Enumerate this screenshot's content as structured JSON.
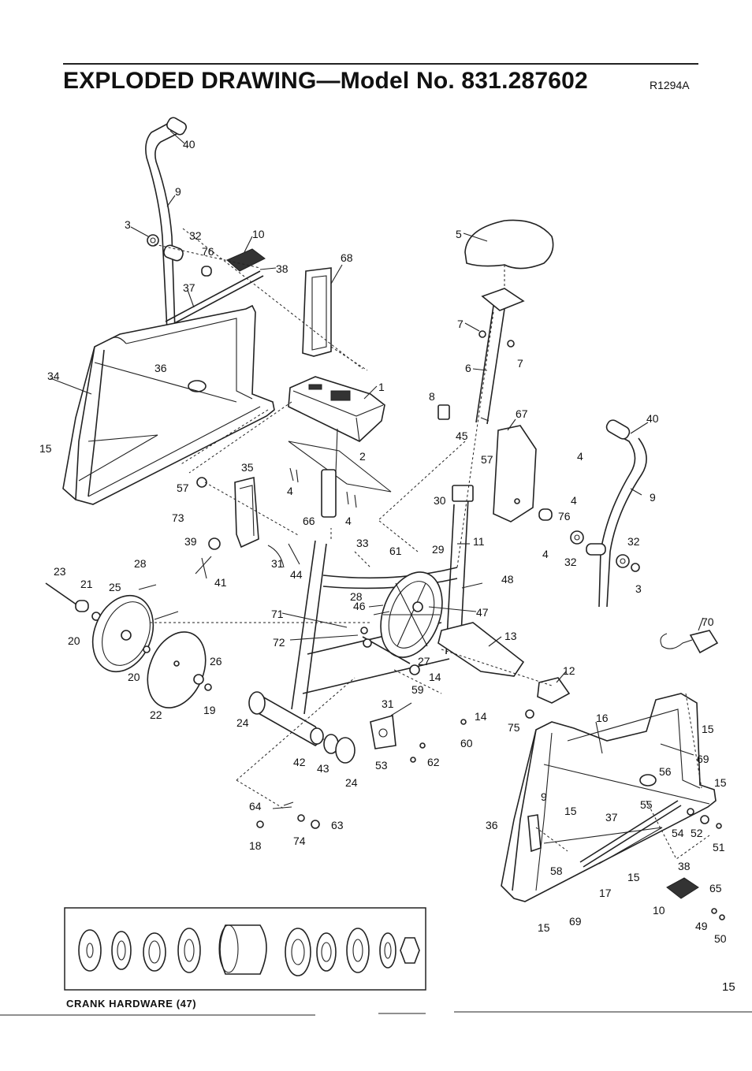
{
  "header": {
    "title": "EXPLODED DRAWING—Model No. 831.287602",
    "code": "R1294A"
  },
  "footer": {
    "page_number": "15",
    "inset_caption": "CRANK HARDWARE (47)"
  },
  "callouts": {
    "c1": "1",
    "c2": "2",
    "c3a": "3",
    "c3b": "3",
    "c4a": "4",
    "c4b": "4",
    "c4c": "4",
    "c4d": "4",
    "c4e": "4",
    "c5": "5",
    "c6": "6",
    "c7a": "7",
    "c7b": "7",
    "c8": "8",
    "c9a": "9",
    "c9b": "9",
    "c9c": "9",
    "c10a": "10",
    "c10b": "10",
    "c11": "11",
    "c12": "12",
    "c13": "13",
    "c14a": "14",
    "c14b": "14",
    "c15a": "15",
    "c15b": "15",
    "c15c": "15",
    "c15d": "15",
    "c15e": "15",
    "c15f": "15",
    "c16": "16",
    "c17": "17",
    "c18": "18",
    "c19": "19",
    "c20a": "20",
    "c20b": "20",
    "c21": "21",
    "c22": "22",
    "c23": "23",
    "c24a": "24",
    "c24b": "24",
    "c25": "25",
    "c26": "26",
    "c27": "27",
    "c28a": "28",
    "c28b": "28",
    "c29": "29",
    "c30": "30",
    "c31a": "31",
    "c31b": "31",
    "c32a": "32",
    "c32b": "32",
    "c32c": "32",
    "c33": "33",
    "c34": "34",
    "c35": "35",
    "c36a": "36",
    "c36b": "36",
    "c37a": "37",
    "c37b": "37",
    "c38a": "38",
    "c38b": "38",
    "c39": "39",
    "c40a": "40",
    "c40b": "40",
    "c41": "41",
    "c42": "42",
    "c43": "43",
    "c44": "44",
    "c45": "45",
    "c46": "46",
    "c47": "47",
    "c48": "48",
    "c49": "49",
    "c50": "50",
    "c51": "51",
    "c52": "52",
    "c53": "53",
    "c54": "54",
    "c55": "55",
    "c56": "56",
    "c57a": "57",
    "c57b": "57",
    "c58": "58",
    "c59": "59",
    "c60": "60",
    "c61": "61",
    "c62": "62",
    "c63": "63",
    "c64": "64",
    "c65": "65",
    "c66": "66",
    "c67": "67",
    "c68": "68",
    "c69a": "69",
    "c69b": "69",
    "c70": "70",
    "c71": "71",
    "c72": "72",
    "c73": "73",
    "c74": "74",
    "c75": "75",
    "c76a": "76",
    "c76b": "76"
  }
}
